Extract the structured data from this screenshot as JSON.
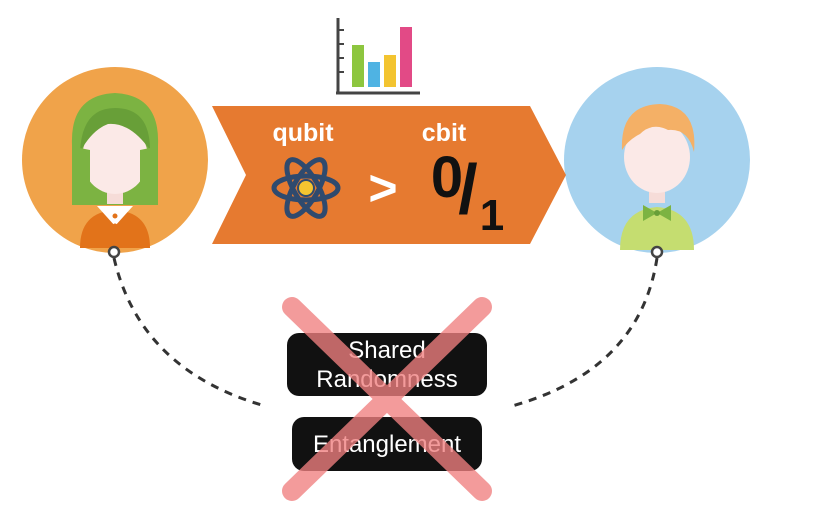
{
  "arrow": {
    "qubit_label": "qubit",
    "cbit_label": "cbit",
    "comparison_symbol": ">",
    "cbit_zero": "0",
    "cbit_slash": "/",
    "cbit_one": "1",
    "color": "#e67a30"
  },
  "crossed_resources": [
    {
      "label_line1": "Shared",
      "label_line2": "Randomness"
    },
    {
      "label": "Entanglement"
    }
  ],
  "colors": {
    "sender_circle": "#f0a34a",
    "receiver_circle": "#a6d2ee",
    "cross": "#f08080",
    "box": "#111111"
  },
  "icons": {
    "sender": "girl-avatar-icon",
    "receiver": "boy-avatar-icon",
    "top": "bar-chart-icon",
    "qubit": "atom-icon"
  }
}
